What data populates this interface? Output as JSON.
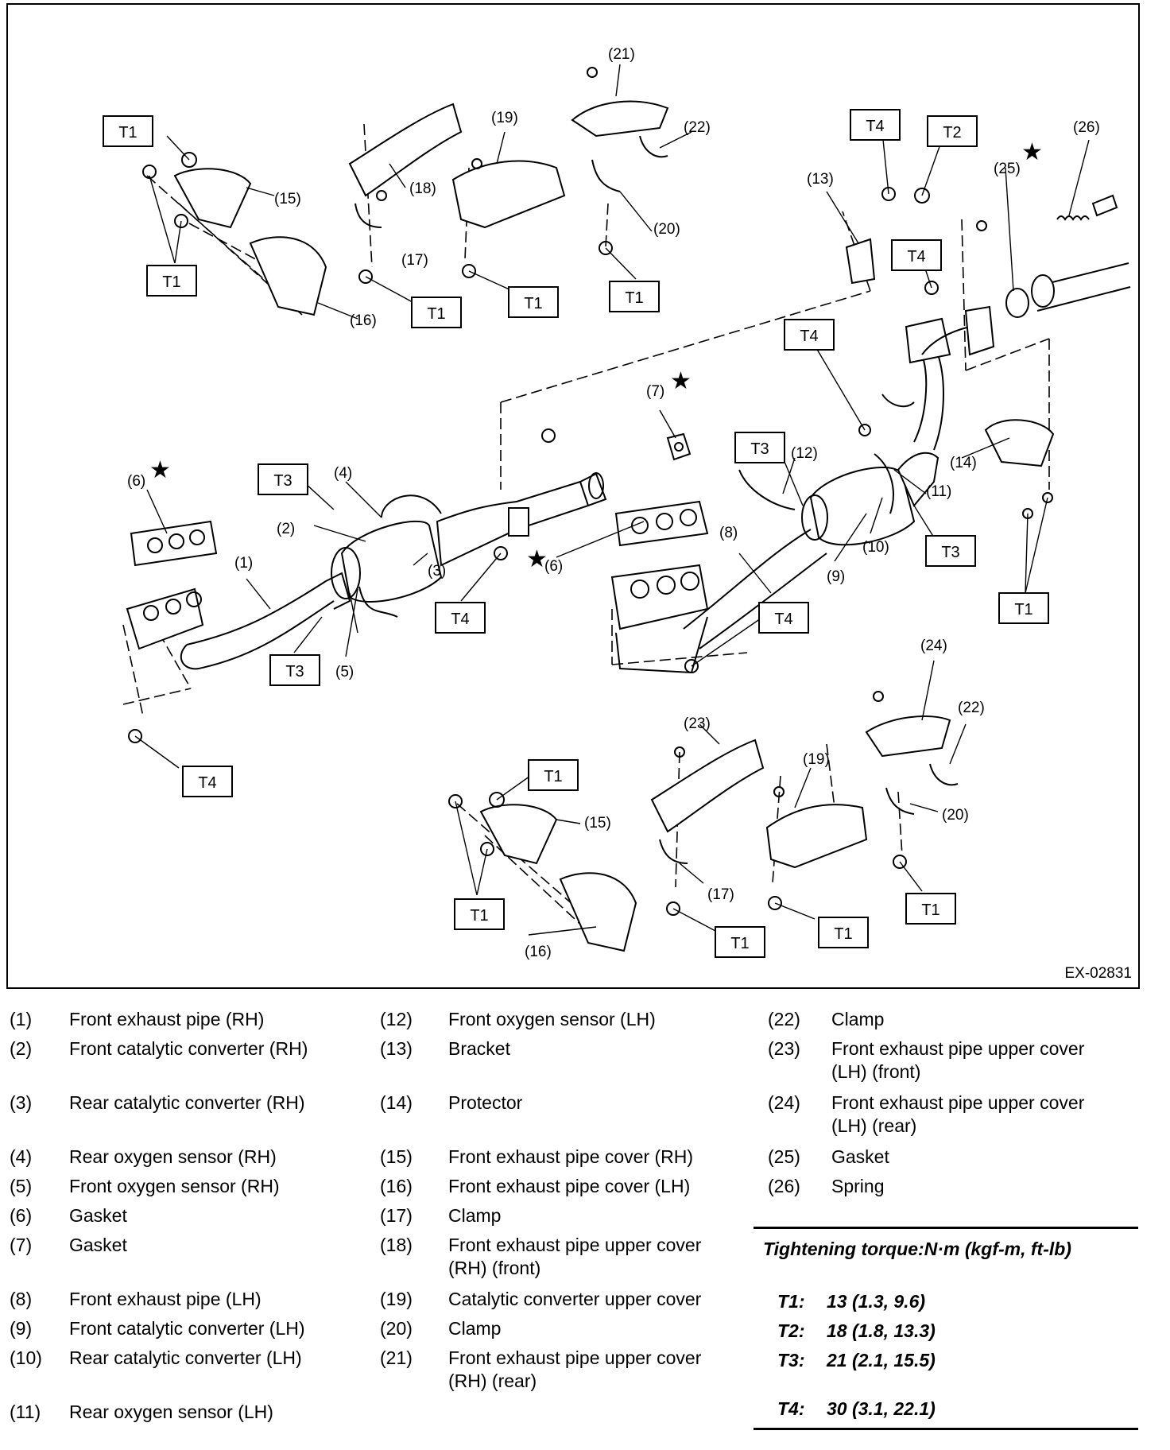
{
  "figure": {
    "id": "EX-02831",
    "callouts": {
      "c1": "(1)",
      "c2": "(2)",
      "c3": "(3)",
      "c4": "(4)",
      "c5": "(5)",
      "c6": "(6)",
      "c7": "(7)",
      "c8": "(8)",
      "c9": "(9)",
      "c10": "(10)",
      "c11": "(11)",
      "c12": "(12)",
      "c13": "(13)",
      "c14": "(14)",
      "c15": "(15)",
      "c16": "(16)",
      "c17": "(17)",
      "c18": "(18)",
      "c19": "(19)",
      "c20": "(20)",
      "c21": "(21)",
      "c22": "(22)",
      "c23": "(23)",
      "c24": "(24)",
      "c25": "(25)",
      "c26": "(26)"
    },
    "torque_tags": {
      "t1": "T1",
      "t2": "T2",
      "t3": "T3",
      "t4": "T4"
    },
    "star": "★"
  },
  "legend": {
    "col1": [
      {
        "num": "(1)",
        "label": "Front exhaust pipe (RH)"
      },
      {
        "num": "(2)",
        "label": "Front catalytic converter (RH)"
      },
      {
        "num": "(3)",
        "label": "Rear catalytic converter (RH)"
      },
      {
        "num": "(4)",
        "label": "Rear oxygen sensor (RH)"
      },
      {
        "num": "(5)",
        "label": "Front oxygen sensor (RH)"
      },
      {
        "num": "(6)",
        "label": "Gasket"
      },
      {
        "num": "(7)",
        "label": "Gasket"
      },
      {
        "num": "(8)",
        "label": "Front exhaust pipe (LH)"
      },
      {
        "num": "(9)",
        "label": "Front catalytic converter (LH)"
      },
      {
        "num": "(10)",
        "label": "Rear catalytic converter (LH)"
      },
      {
        "num": "(11)",
        "label": "Rear oxygen sensor (LH)"
      }
    ],
    "col2": [
      {
        "num": "(12)",
        "label": "Front oxygen sensor (LH)"
      },
      {
        "num": "(13)",
        "label": "Bracket"
      },
      {
        "num": "(14)",
        "label": "Protector"
      },
      {
        "num": "(15)",
        "label": "Front exhaust pipe cover (RH)"
      },
      {
        "num": "(16)",
        "label": "Front exhaust pipe cover (LH)"
      },
      {
        "num": "(17)",
        "label": "Clamp"
      },
      {
        "num": "(18)",
        "label": "Front exhaust pipe upper cover",
        "label2": "(RH) (front)"
      },
      {
        "num": "(19)",
        "label": "Catalytic converter upper cover"
      },
      {
        "num": "(20)",
        "label": "Clamp"
      },
      {
        "num": "(21)",
        "label": "Front exhaust pipe upper cover",
        "label2": "(RH) (rear)"
      }
    ],
    "col3": [
      {
        "num": "(22)",
        "label": "Clamp"
      },
      {
        "num": "(23)",
        "label": "Front exhaust pipe upper cover",
        "label2": "(LH) (front)"
      },
      {
        "num": "(24)",
        "label": "Front exhaust pipe upper cover",
        "label2": "(LH) (rear)"
      },
      {
        "num": "(25)",
        "label": "Gasket"
      },
      {
        "num": "(26)",
        "label": "Spring"
      }
    ]
  },
  "torque": {
    "title": "Tightening torque:N·m (kgf-m, ft-lb)",
    "rows": [
      {
        "key": "T1:",
        "value": "13 (1.3, 9.6)"
      },
      {
        "key": "T2:",
        "value": "18 (1.8, 13.3)"
      },
      {
        "key": "T3:",
        "value": "21 (2.1, 15.5)"
      },
      {
        "key": "T4:",
        "value": "30 (3.1, 22.1)"
      }
    ]
  }
}
